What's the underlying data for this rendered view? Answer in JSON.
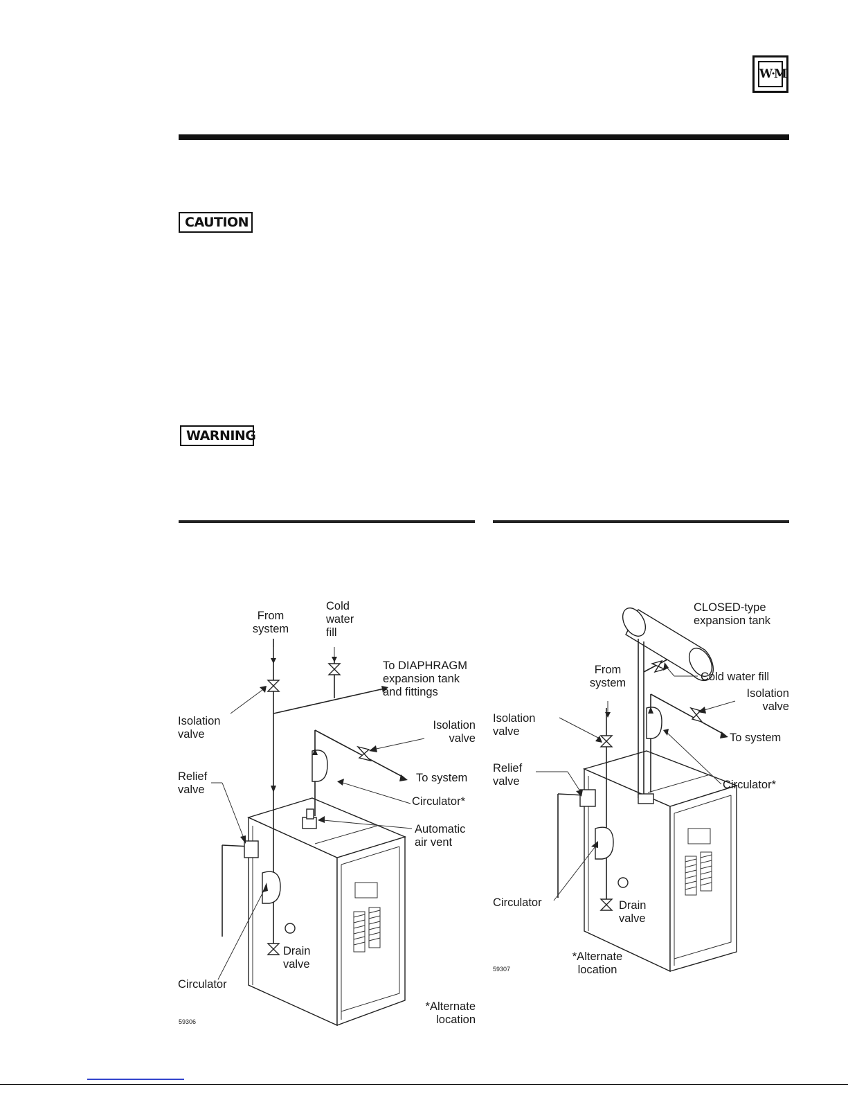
{
  "logo": {
    "text": "W·M"
  },
  "badges": {
    "caution": "CAUTION",
    "warning": "WARNING"
  },
  "figure_left": {
    "labels": {
      "from_system": "From\nsystem",
      "cold_water_fill": "Cold\nwater\nfill",
      "to_diaphragm": "To DIAPHRAGM\nexpansion tank\nand fittings",
      "isolation_valve_left": "Isolation\nvalve",
      "isolation_valve_right": "Isolation\nvalve",
      "to_system": "To system",
      "relief_valve": "Relief\nvalve",
      "circulator_star": "Circulator*",
      "automatic_air_vent": "Automatic\nair vent",
      "circulator": "Circulator",
      "drain_valve": "Drain\nvalve",
      "alternate_location": "*Alternate\nlocation",
      "figure_code": "59306"
    }
  },
  "figure_right": {
    "labels": {
      "closed_tank": "CLOSED-type\nexpansion tank",
      "cold_water_fill": "Cold water fill",
      "from_system": "From\nsystem",
      "isolation_valve_right": "Isolation\nvalve",
      "isolation_valve_left": "Isolation\nvalve",
      "to_system": "To system",
      "relief_valve": "Relief\nvalve",
      "circulator_star": "Circulator*",
      "circulator": "Circulator",
      "drain_valve": "Drain\nvalve",
      "alternate_location": "*Alternate\nlocation",
      "figure_code": "59307"
    }
  }
}
